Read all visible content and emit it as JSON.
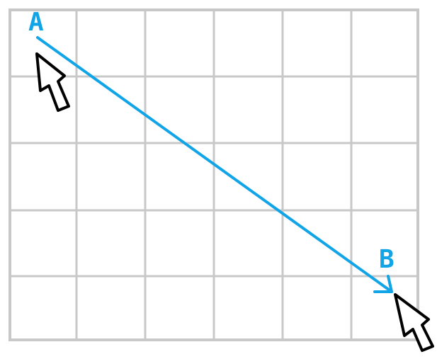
{
  "diagram": {
    "grid": {
      "columns": 6,
      "rows": 5
    },
    "points": [
      {
        "id": "start",
        "label": "A"
      },
      {
        "id": "end",
        "label": "B"
      }
    ],
    "colors": {
      "accent": "#11a4e6",
      "grid": "#c8c8c8",
      "cursor_fill": "#ffffff",
      "cursor_outline": "#000000"
    },
    "icons": {
      "start_cursor": "mouse-pointer-icon",
      "end_cursor": "mouse-pointer-icon"
    }
  }
}
